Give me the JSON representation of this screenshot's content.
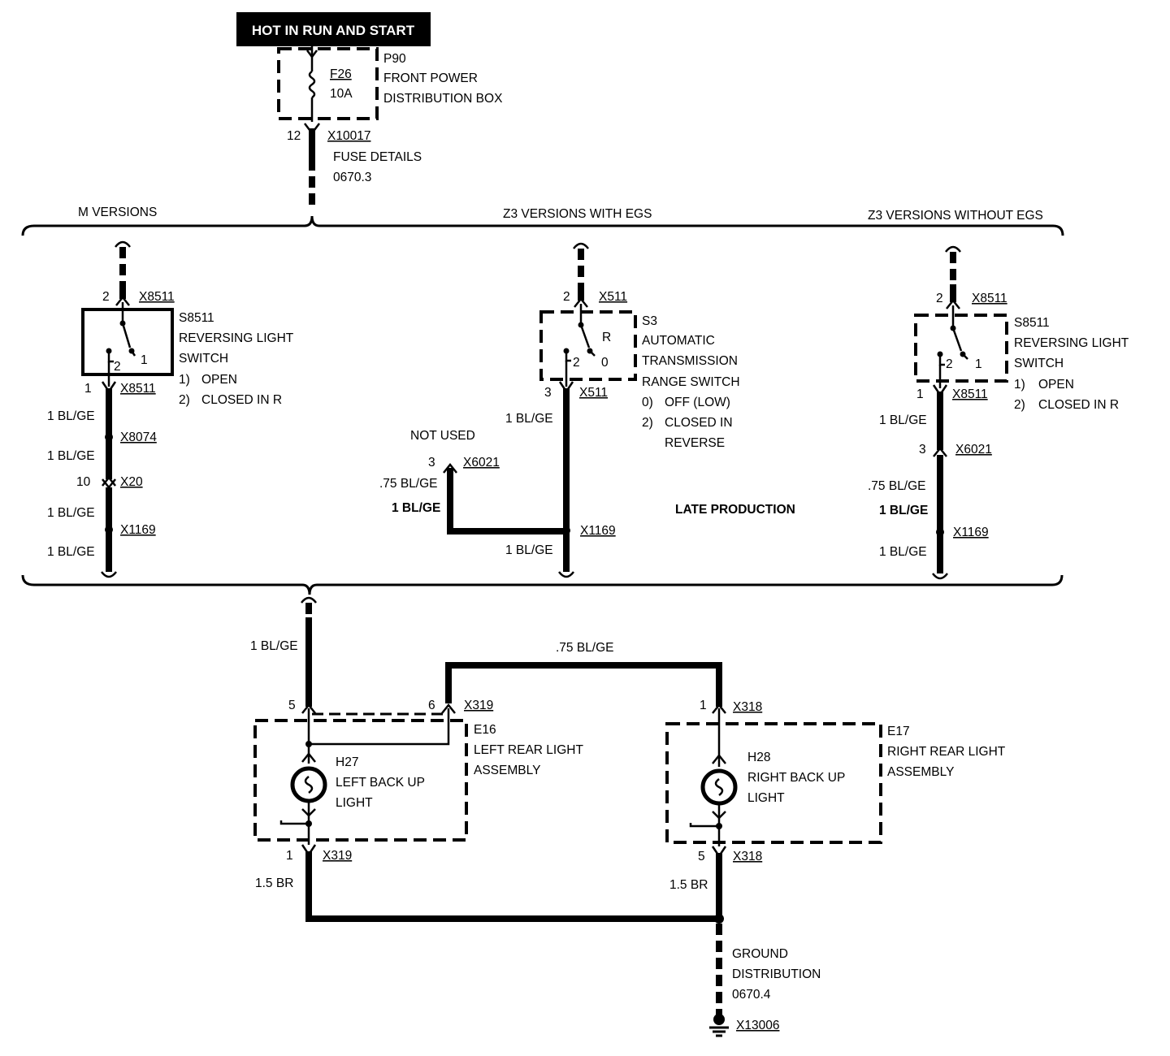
{
  "header": {
    "supply": "HOT IN RUN AND START"
  },
  "fuse_box": {
    "id": "P90",
    "name_line1": "FRONT POWER",
    "name_line2": "DISTRIBUTION BOX",
    "fuse": "F26",
    "rating": "10A",
    "pin": "12",
    "connector": "X10017",
    "details_line1": "FUSE DETAILS",
    "details_line2": "0670.3"
  },
  "sections": {
    "m": "M VERSIONS",
    "egs": "Z3 VERSIONS WITH EGS",
    "no_egs": "Z3 VERSIONS WITHOUT EGS",
    "late": "LATE PRODUCTION"
  },
  "m_versions": {
    "pin_top": "2",
    "conn_top": "X8511",
    "switch_id": "S8511",
    "switch_line1": "REVERSING LIGHT",
    "switch_line2": "SWITCH",
    "pos1": "1)",
    "state1": "OPEN",
    "pos2": "2)",
    "state2": "CLOSED IN R",
    "contact2": "2",
    "contact1": "1",
    "pin_bottom": "1",
    "conn_bottom": "X8511",
    "wire1": "1 BL/GE",
    "conn_x8074": "X8074",
    "wire2": "1 BL/GE",
    "pin_x20": "10",
    "conn_x20": "X20",
    "wire3": "1 BL/GE",
    "conn_x1169": "X1169",
    "wire4": "1 BL/GE"
  },
  "egs": {
    "pin_top": "2",
    "conn_top": "X511",
    "switch_id": "S3",
    "switch_line1": "AUTOMATIC",
    "switch_line2": "TRANSMISSION",
    "switch_line3": "RANGE SWITCH",
    "pos0": "0)",
    "state0": "OFF (LOW)",
    "pos2": "2)",
    "state2_line1": "CLOSED IN",
    "state2_line2": "REVERSE",
    "contact_r": "R",
    "contact_2": "2",
    "contact_0": "0",
    "pin_bottom": "3",
    "conn_bottom": "X511",
    "wire1": "1 BL/GE",
    "not_used": "NOT USED",
    "pin_x6021": "3",
    "conn_x6021": "X6021",
    "wire_75": ".75 BL/GE",
    "wire_1": "1 BL/GE",
    "conn_x1169": "X1169",
    "wire_out": "1 BL/GE"
  },
  "no_egs": {
    "pin_top": "2",
    "conn_top": "X8511",
    "switch_id": "S8511",
    "switch_line1": "REVERSING LIGHT",
    "switch_line2": "SWITCH",
    "pos1": "1)",
    "state1": "OPEN",
    "pos2": "2)",
    "state2": "CLOSED IN R",
    "contact2": "2",
    "contact1": "1",
    "pin_bottom": "1",
    "conn_bottom": "X8511",
    "wire1": "1 BL/GE",
    "pin_x6021": "3",
    "conn_x6021": "X6021",
    "wire_75": ".75 BL/GE",
    "wire_1": "1 BL/GE",
    "conn_x1169": "X1169",
    "wire_out": "1 BL/GE"
  },
  "rear": {
    "feed_wire": "1 BL/GE",
    "cross_wire": ".75 BL/GE",
    "left_pin_in": "5",
    "left_pin_out": "6",
    "left_conn": "X319",
    "left_assembly_id": "E16",
    "left_assembly_line1": "LEFT REAR LIGHT",
    "left_assembly_line2": "ASSEMBLY",
    "left_lamp_id": "H27",
    "left_lamp_line1": "LEFT BACK UP",
    "left_lamp_line2": "LIGHT",
    "left_pin_gnd": "1",
    "left_conn_gnd": "X319",
    "left_gnd_wire": "1.5 BR",
    "right_pin_in": "1",
    "right_conn": "X318",
    "right_assembly_id": "E17",
    "right_assembly_line1": "RIGHT REAR LIGHT",
    "right_assembly_line2": "ASSEMBLY",
    "right_lamp_id": "H28",
    "right_lamp_line1": "RIGHT BACK UP",
    "right_lamp_line2": "LIGHT",
    "right_pin_gnd": "5",
    "right_conn_gnd": "X318",
    "right_gnd_wire": "1.5 BR",
    "ground_line1": "GROUND",
    "ground_line2": "DISTRIBUTION",
    "ground_line3": "0670.4",
    "ground_conn": "X13006"
  }
}
